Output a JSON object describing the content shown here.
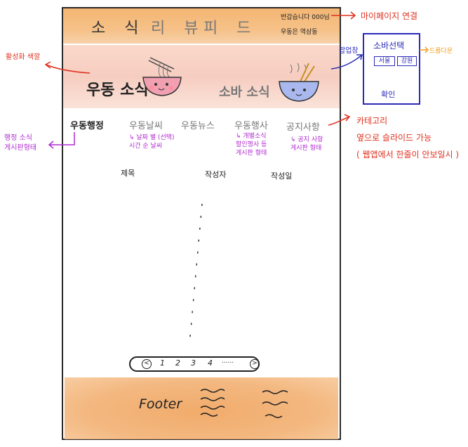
{
  "header": {
    "nav": [
      "소 식",
      "리 뷰",
      "피 드"
    ],
    "account_line": "반갑습니다 000님",
    "account_links": "우동은   역삼동"
  },
  "tabs": {
    "udong_news": "우동 소식",
    "soba_news": "소바 소식"
  },
  "categories": [
    {
      "label": "우동행정",
      "active": true
    },
    {
      "label": "우동날씨",
      "active": false,
      "note": "↳ 날짜 별 (선택)\n시간 순 날씨"
    },
    {
      "label": "우동뉴스",
      "active": false
    },
    {
      "label": "우동행사",
      "active": false,
      "note": "↳ 개별소식\n할인행사 등\n게시판 형태"
    },
    {
      "label": "공지사항",
      "active": false,
      "note": "↳ 공지 사항\n게시판 형태"
    }
  ],
  "board_columns": [
    "제목",
    "작성자",
    "작성일"
  ],
  "pagination": {
    "prev": "<",
    "pages": [
      "1",
      "2",
      "3",
      "4",
      "......"
    ],
    "next": ">"
  },
  "footer": {
    "label": "Footer"
  },
  "annotations": {
    "mypage_link": "마이페이지 연결",
    "active_color": "활성화 색깔",
    "admin_news": "행정 소식\n게시판형태",
    "expand_popup": "팝업창",
    "dropdown": "드롭다운",
    "category_slide": "카테고리\n옆으로 슬라이드 가능\n( 웹앱에서 한줄이 안보일시 )"
  },
  "popup": {
    "title": "소바선택",
    "options": [
      "서울",
      "강원"
    ],
    "confirm": "확인"
  },
  "colors": {
    "header_band": "#f2a95a",
    "tab_band": "#f3b7a6",
    "footer_band": "#f0a25a",
    "annotation_red": "#e0301e",
    "annotation_purple": "#b02bd0",
    "annotation_blue": "#2a2ab8",
    "annotation_amber": "#f0a020"
  }
}
